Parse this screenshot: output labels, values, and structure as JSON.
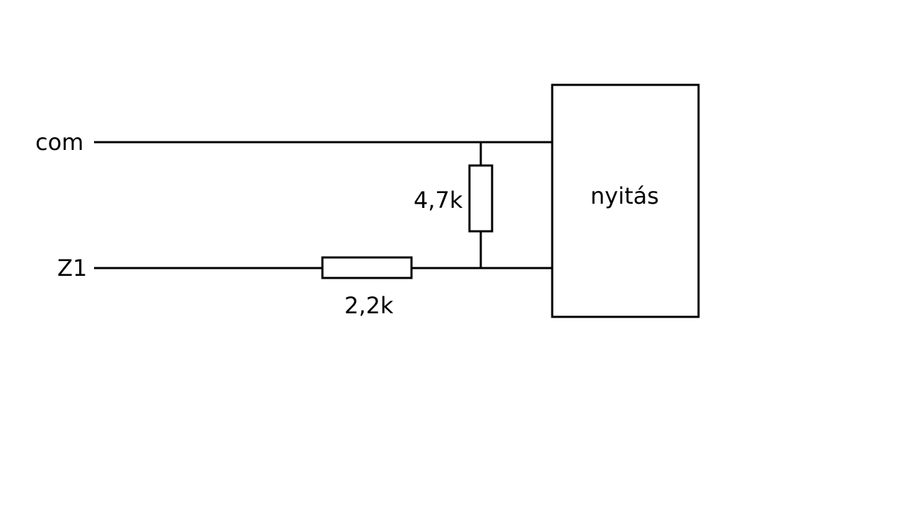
{
  "terminals": {
    "com": "com",
    "z1": "Z1"
  },
  "components": {
    "r1_value": "4,7k",
    "r2_value": "2,2k",
    "box_label": "nyitás"
  },
  "colors": {
    "line": "#000000",
    "background": "#ffffff"
  }
}
